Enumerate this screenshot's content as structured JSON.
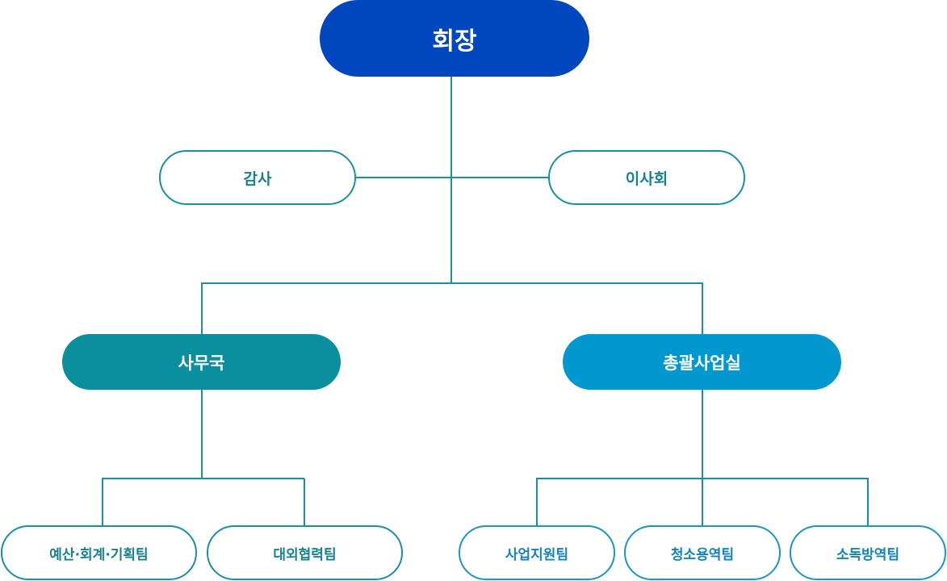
{
  "org_chart": {
    "top": {
      "label": "회장",
      "color": "#0046bf"
    },
    "advisory": [
      {
        "label": "감사"
      },
      {
        "label": "이사회"
      }
    ],
    "divisions": [
      {
        "label": "사무국",
        "color": "#0b8f9e"
      },
      {
        "label": "총괄사업실",
        "color": "#0298cf"
      }
    ],
    "teams_office": [
      {
        "label": "예산·회계·기획팀"
      },
      {
        "label": "대외협력팀"
      }
    ],
    "teams_business": [
      {
        "label": "사업지원팀"
      },
      {
        "label": "청소용역팀"
      },
      {
        "label": "소독방역팀"
      }
    ],
    "colors": {
      "connector": "#1a8f9f",
      "office_outline": "#1a8f9f",
      "business_outline": "#1a95c4"
    }
  }
}
